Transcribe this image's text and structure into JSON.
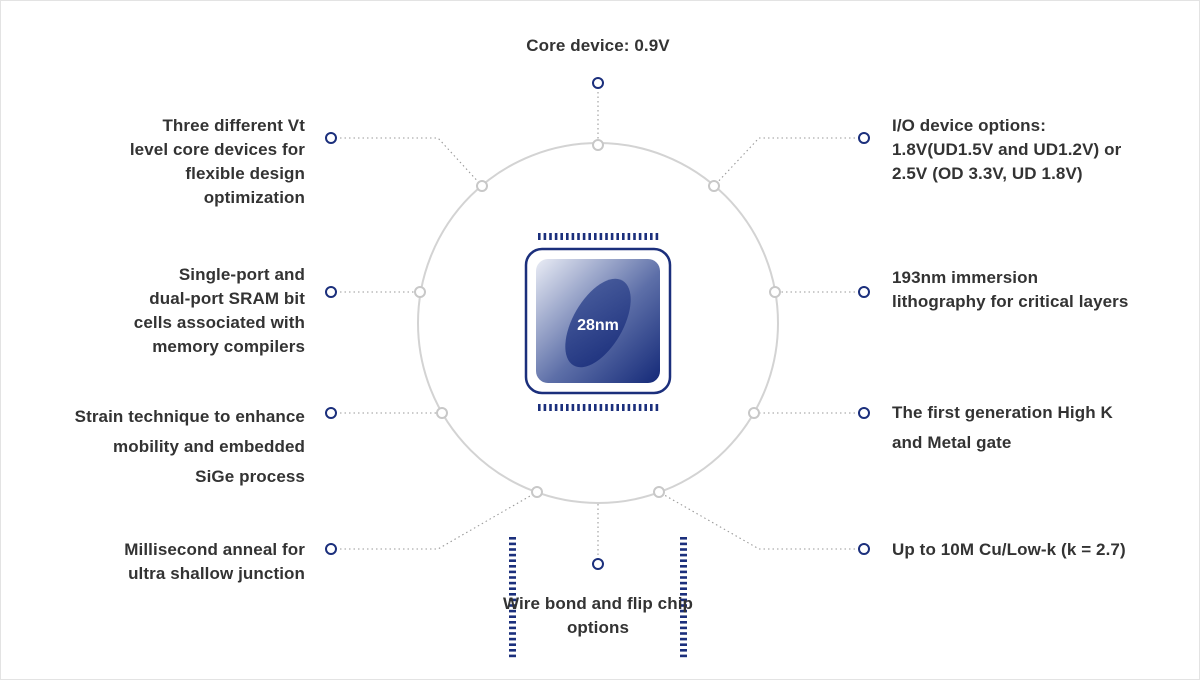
{
  "chip": {
    "node_label": "28nm",
    "colors": {
      "primary": "#1b2f7c",
      "light": "#eef1f8",
      "ring": "#cfcfcf",
      "dot": "#1b2f7c"
    }
  },
  "features": {
    "top": {
      "lines": [
        "Core device: 0.9V"
      ]
    },
    "top_left": {
      "lines": [
        "Three different Vt",
        "level core devices for",
        "flexible design",
        "optimization"
      ]
    },
    "top_right": {
      "lines": [
        "I/O device options:",
        "1.8V(UD1.5V and UD1.2V) or",
        "2.5V (OD 3.3V, UD 1.8V)"
      ]
    },
    "mid_left": {
      "lines": [
        "Single-port and",
        "dual-port SRAM bit",
        "cells associated with",
        "memory compilers"
      ]
    },
    "mid_right": {
      "lines": [
        "193nm immersion",
        "lithography for critical layers"
      ]
    },
    "lower_left": {
      "lines": [
        "Strain technique to enhance",
        "mobility and embedded",
        "SiGe process"
      ]
    },
    "lower_right": {
      "lines": [
        "The first generation High K",
        "and Metal gate"
      ]
    },
    "bottom_left": {
      "lines": [
        "Millisecond anneal for",
        "ultra shallow junction"
      ]
    },
    "bottom_right": {
      "lines": [
        "Up to 10M Cu/Low-k (k = 2.7)"
      ]
    },
    "bottom": {
      "lines": [
        "Wire bond and flip chip",
        "options"
      ]
    }
  }
}
